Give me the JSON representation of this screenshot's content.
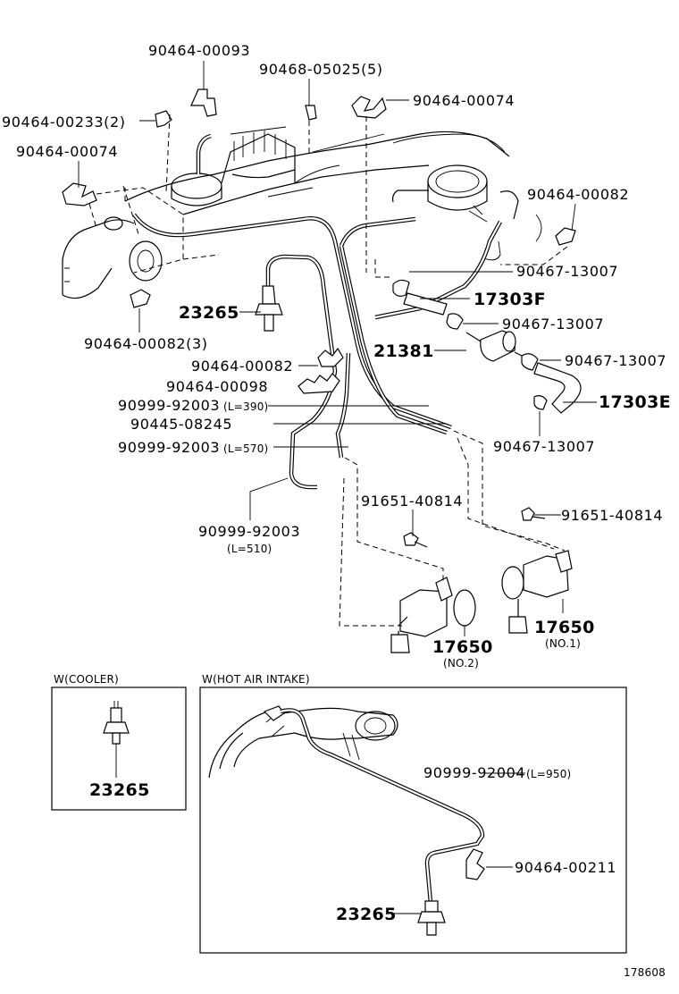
{
  "diagram_id": "178608",
  "labels": {
    "p90464_00093": "90464-00093",
    "p90468_05025": "90468-05025(5)",
    "p90464_00074_top": "90464-00074",
    "p90464_00233": "90464-00233(2)",
    "p90464_00074_left": "90464-00074",
    "p90464_00082_right": "90464-00082",
    "p90467_13007_a": "90467-13007",
    "p17303F": "17303F",
    "p23265_main": "23265",
    "p90467_13007_b": "90467-13007",
    "p21381": "21381",
    "p90467_13007_c": "90467-13007",
    "p90464_00082_3": "90464-00082(3)",
    "p90464_00082_mid": "90464-00082",
    "p90464_00098": "90464-00098",
    "p17303E": "17303E",
    "p90999_92003_a": "90999-92003",
    "p90999_92003_a_len": "(L=390)",
    "p90445_08245": "90445-08245",
    "p90467_13007_d": "90467-13007",
    "p90999_92003_b": "90999-92003",
    "p90999_92003_b_len": "(L=570)",
    "p91651_40814_a": "91651-40814",
    "p91651_40814_b": "91651-40814",
    "p90999_92003_c": "90999-92003",
    "p90999_92003_c_len": "(L=510)",
    "p17650_no2": "17650",
    "p17650_no2_sub": "(NO.2)",
    "p17650_no1": "17650",
    "p17650_no1_sub": "(NO.1)"
  },
  "inset_cooler": {
    "title": "W(COOLER)",
    "part": "23265"
  },
  "inset_hot_air": {
    "title": "W(HOT AIR INTAKE)",
    "hose": "90999-92004",
    "hose_len": "(L=950)",
    "clamp": "90464-00211",
    "sensor": "23265"
  }
}
